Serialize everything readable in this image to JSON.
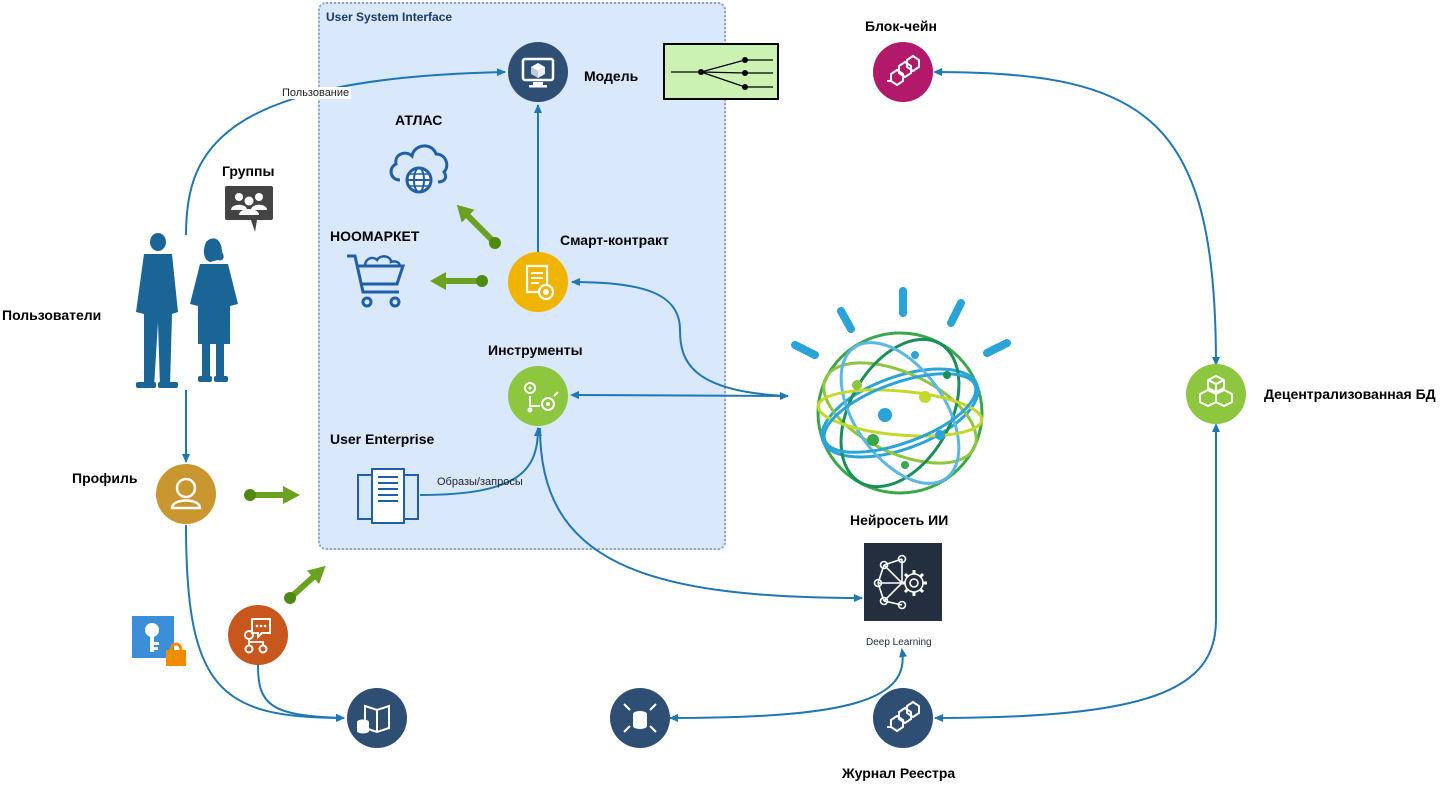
{
  "panel": {
    "title": "User System Interface"
  },
  "labels": {
    "model": "Модель",
    "atlas": "АТЛАС",
    "groups": "Группы",
    "noomarket": "НООМАРКЕТ",
    "smart_contract": "Смарт-контракт",
    "users": "Пользователи",
    "tools": "Инструменты",
    "user_enterprise": "User Enterprise",
    "profile": "Профиль",
    "blockchain": "Блок-чейн",
    "decentralized_db": "Децентрализованная БД",
    "neural_net": "Нейросеть ИИ",
    "deep_learning": "Deep Learning",
    "registry_log": "Журнал Реестра"
  },
  "edge_labels": {
    "usage": "Пользование",
    "images_requests": "Образы/запросы"
  },
  "icons": [
    "monitor-icon",
    "decision-tree-icon",
    "cloud-globe-icon",
    "group-chat-icon",
    "shopping-cart-icon",
    "certificate-icon",
    "people-icon",
    "tools-icon",
    "server-rack-icon",
    "user-profile-icon",
    "key-lock-icon",
    "collaboration-icon",
    "book-database-icon",
    "database-sync-icon",
    "blockchain-cubes-icon",
    "decentralized-cubes-icon",
    "ai-sphere-icon",
    "deep-learning-icon"
  ],
  "colors": {
    "panel_fill": "#dae8fc",
    "connector": "#1f77b4",
    "navy_icon": "#2e4f73",
    "yellow_icon": "#f0b400",
    "green_icon": "#8dc63f",
    "orange_icon": "#c8571d",
    "profile_icon": "#c9962f",
    "magenta_icon": "#b3196b",
    "arrow_green": "#6aa121"
  }
}
